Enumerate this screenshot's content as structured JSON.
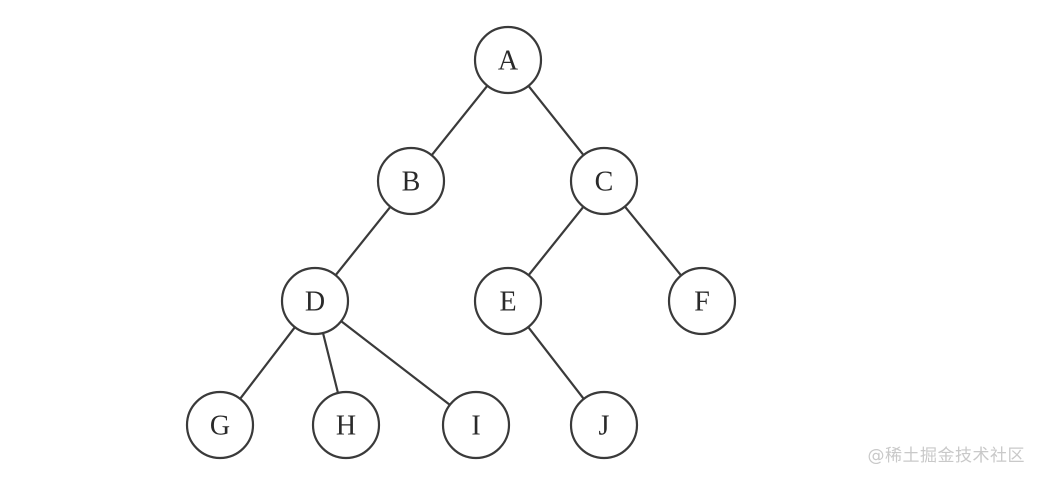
{
  "tree": {
    "nodes": [
      {
        "id": "A",
        "label": "A"
      },
      {
        "id": "B",
        "label": "B"
      },
      {
        "id": "C",
        "label": "C"
      },
      {
        "id": "D",
        "label": "D"
      },
      {
        "id": "E",
        "label": "E"
      },
      {
        "id": "F",
        "label": "F"
      },
      {
        "id": "G",
        "label": "G"
      },
      {
        "id": "H",
        "label": "H"
      },
      {
        "id": "I",
        "label": "I"
      },
      {
        "id": "J",
        "label": "J"
      }
    ],
    "edges": [
      {
        "from": "A",
        "to": "B"
      },
      {
        "from": "A",
        "to": "C"
      },
      {
        "from": "B",
        "to": "D"
      },
      {
        "from": "C",
        "to": "E"
      },
      {
        "from": "C",
        "to": "F"
      },
      {
        "from": "D",
        "to": "G"
      },
      {
        "from": "D",
        "to": "H"
      },
      {
        "from": "D",
        "to": "I"
      },
      {
        "from": "E",
        "to": "J"
      }
    ]
  },
  "watermark": {
    "text": "@稀土掘金技术社区"
  }
}
